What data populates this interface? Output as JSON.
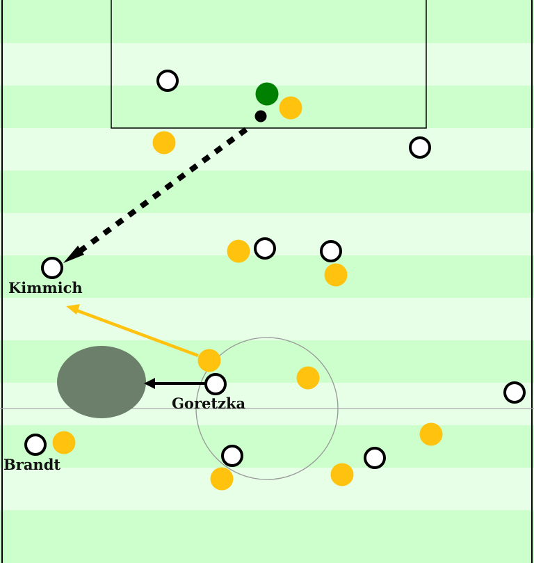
{
  "colors": {
    "stripe_light": "#e6ffe6",
    "stripe_dark": "#ccffcc",
    "line": "#000000",
    "halfway_line": "#aaaaaa",
    "circle_line": "#999999",
    "team_white_fill": "#ffffff",
    "team_white_stroke": "#000000",
    "team_yellow": "#ffc20e",
    "goalkeeper": "#008000",
    "ball": "#000000",
    "yellow_arrow": "#ffc20e",
    "black_arrow": "#000000",
    "shadow_zone": "#6b7f6b"
  },
  "labels": {
    "kimmich": "Kimmich",
    "goretzka": "Goretzka",
    "brandt": "Brandt"
  },
  "players": {
    "white_team": [
      "p1",
      "p2",
      "p3",
      "p4",
      "kimmich",
      "goretzka",
      "p7",
      "brandt",
      "p9",
      "p10"
    ],
    "yellow_team": [
      "y1",
      "y2",
      "y3",
      "y4",
      "y5",
      "y6",
      "y7",
      "y8",
      "y9",
      "y10"
    ]
  }
}
